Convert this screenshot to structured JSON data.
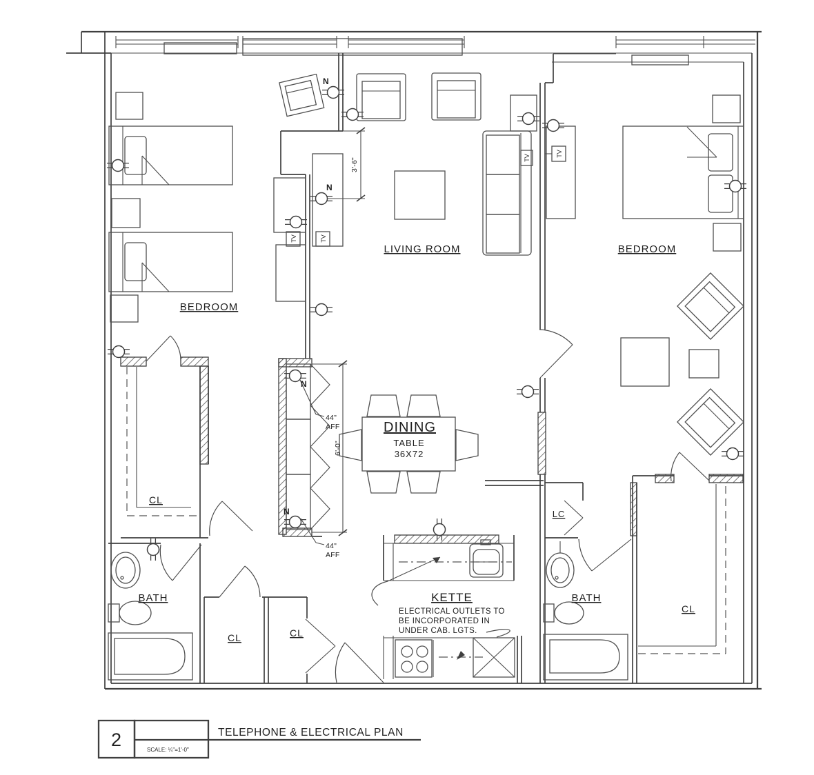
{
  "title_block": {
    "sheet_number": "2",
    "title": "TELEPHONE & ELECTRICAL PLAN",
    "scale_label": "SCALE: ¼\"=1'-0\""
  },
  "rooms": {
    "bedroom_left": "BEDROOM",
    "living_room": "LIVING ROOM",
    "bedroom_right": "BEDROOM",
    "dining_title": "DINING",
    "dining_line2": "TABLE",
    "dining_line3": "36X72",
    "walkin_closet": "CL",
    "bath_left": "BATH",
    "hall_closet_1": "CL",
    "hall_closet_2": "CL",
    "kitchenette": "KETTE",
    "linen_closet": "LC",
    "bath_right": "BATH",
    "closet_right": "CL"
  },
  "notes": {
    "kitchen_note_1": "ELECTRICAL OUTLETS TO",
    "kitchen_note_2": "BE INCORPORATED IN",
    "kitchen_note_3": "UNDER CAB. LGTS.",
    "aff_value": "44\"",
    "aff_unit": "AFF",
    "outlet_tag": "N",
    "tv_tag": "TV"
  },
  "dimensions": {
    "niche_height": "3'-6\"",
    "closet_run": "6'-0\""
  },
  "colors": {
    "line": "#3f3f3f",
    "text": "#1e1e1e",
    "background": "#ffffff"
  }
}
